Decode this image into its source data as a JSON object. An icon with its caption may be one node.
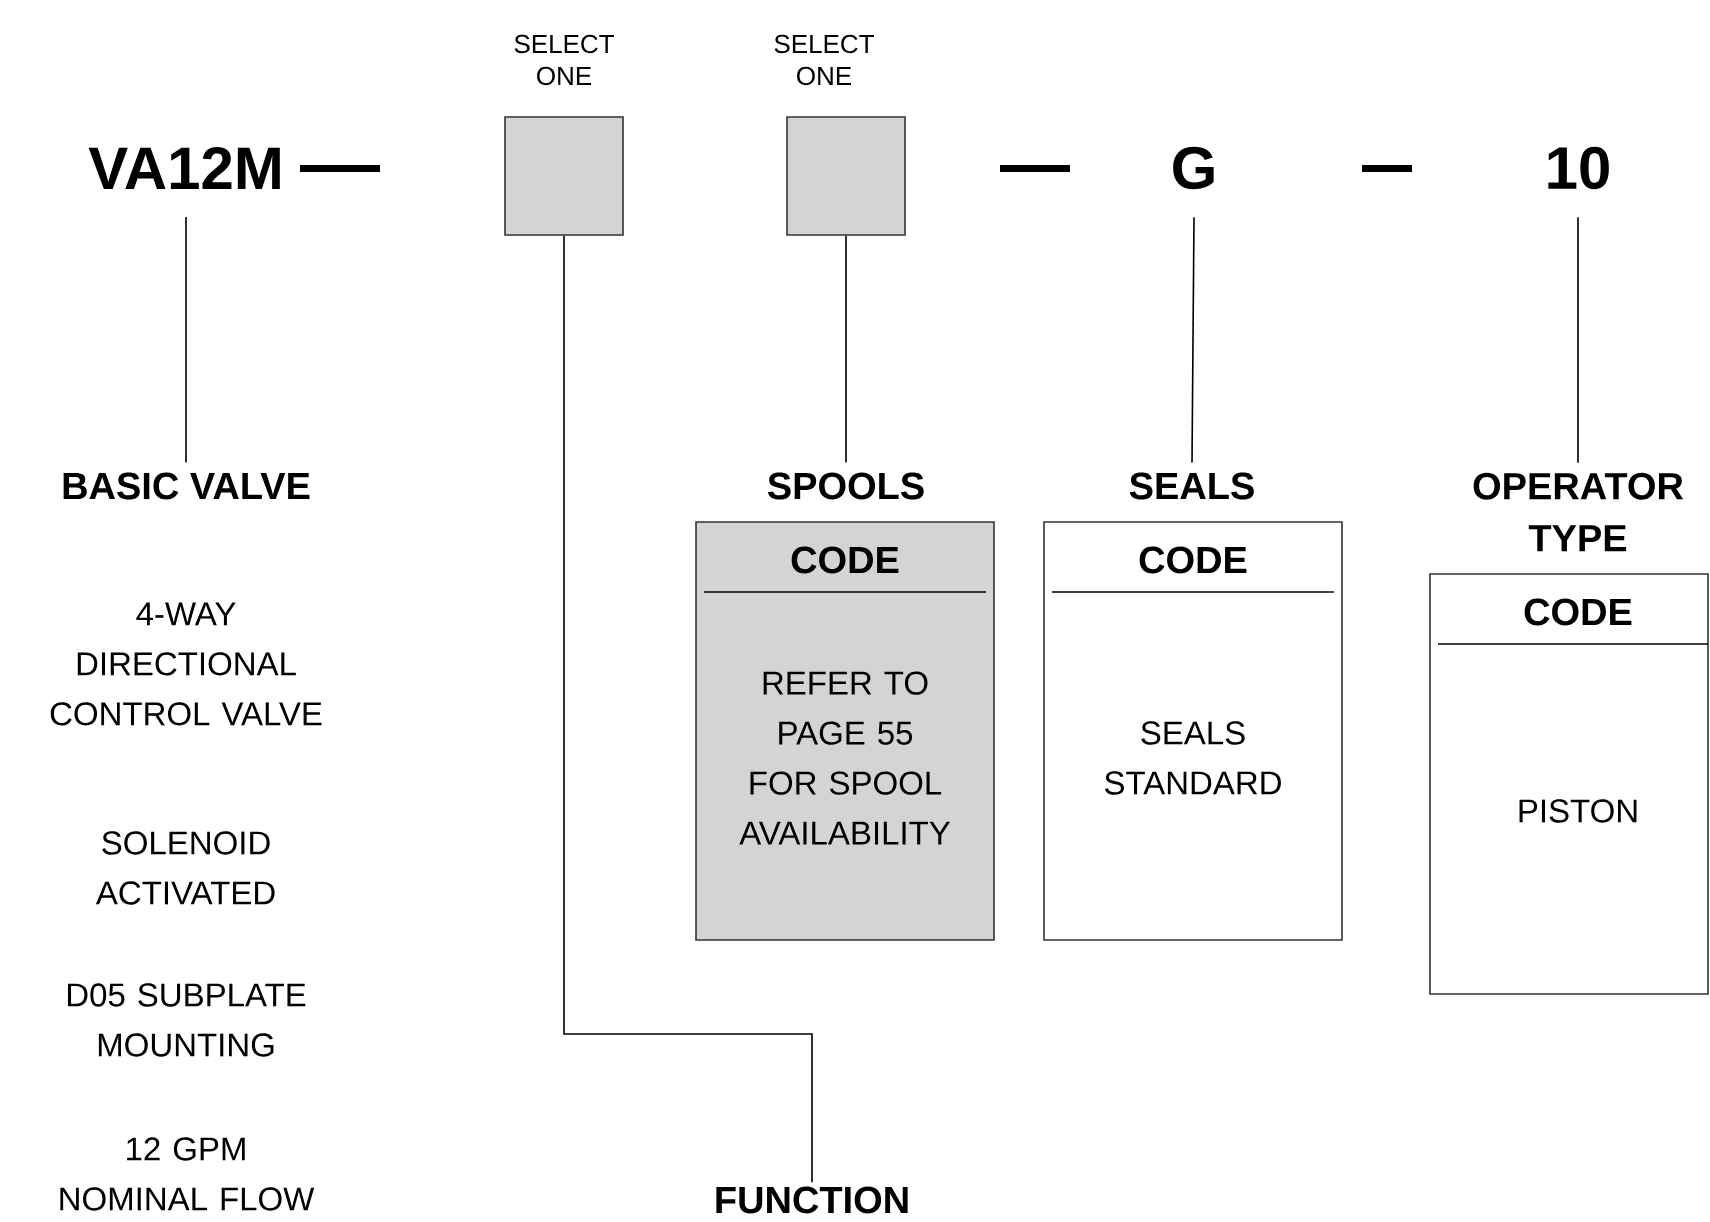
{
  "diagram": {
    "nodes": [
      {
        "text": [
          "VA12M"
        ]
      },
      {
        "text": [],
        "shape": "box",
        "beside": [
          "SELECT ONE"
        ]
      },
      {
        "text": [],
        "shape": "box",
        "beside": [
          "SELECT ONE"
        ]
      },
      {
        "text": [
          "G"
        ]
      },
      {
        "text": [
          "10"
        ]
      },
      {
        "text": [
          "BASIC VALVE",
          "4-WAY DIRECTIONAL CONTROL VALVE",
          "SOLENOID ACTIVATED",
          "D05 SUBPLATE MOUNTING",
          "12 GPM NOMINAL FLOW"
        ]
      },
      {
        "text": [
          "SPOOLS",
          "CODE",
          "REFER TO PAGE 55 FOR SPOOL AVAILABILITY"
        ]
      },
      {
        "text": [
          "SEALS",
          "CODE",
          "SEALS STANDARD"
        ]
      },
      {
        "text": [
          "OPERATOR TYPE",
          "CODE",
          "PISTON"
        ]
      },
      {
        "text": [
          "FUNCTION"
        ]
      }
    ],
    "edges": [
      {
        "from": 0,
        "to": 5,
        "arrow": "none"
      },
      {
        "from": 1,
        "to": 9,
        "arrow": "none"
      },
      {
        "from": 2,
        "to": 6,
        "arrow": "none"
      },
      {
        "from": 3,
        "to": 7,
        "arrow": "none"
      },
      {
        "from": 4,
        "to": 8,
        "arrow": "none"
      }
    ]
  }
}
